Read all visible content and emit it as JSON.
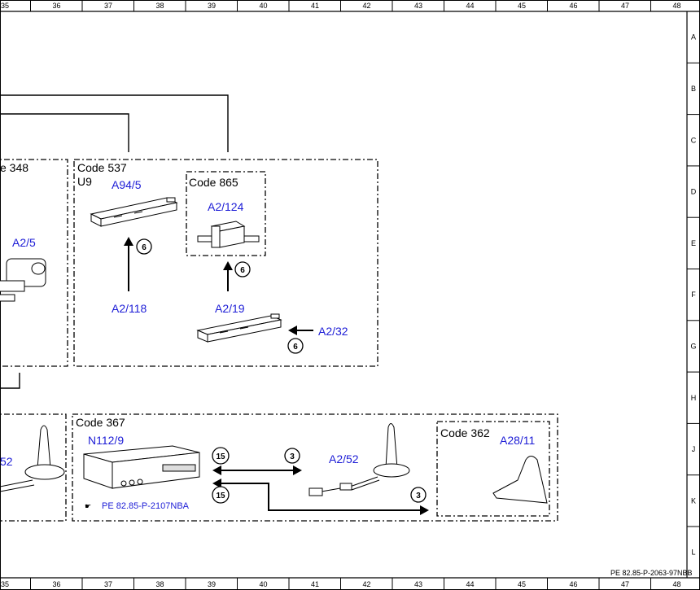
{
  "grid": {
    "columns": [
      "35",
      "36",
      "37",
      "38",
      "39",
      "40",
      "41",
      "42",
      "43",
      "44",
      "45",
      "46",
      "47",
      "48"
    ],
    "rows": [
      "A",
      "B",
      "C",
      "D",
      "E",
      "F",
      "G",
      "H",
      "J",
      "K",
      "L"
    ]
  },
  "groups": {
    "left_partial": "e 348",
    "code537": "Code 537",
    "code537_sub": "U9",
    "code865": "Code 865",
    "code367": "Code 367",
    "code362": "Code 362"
  },
  "components": {
    "a2_5": "A2/5",
    "a94_5": "A94/5",
    "a2_124": "A2/124",
    "a2_118": "A2/118",
    "a2_19": "A2/19",
    "a2_32": "A2/32",
    "left_52": "52",
    "n112_9": "N112/9",
    "a2_52": "A2/52",
    "a28_11": "A28/11"
  },
  "circles": {
    "c1": "6",
    "c2": "6",
    "c3": "6",
    "c4": "15",
    "c5": "3",
    "c6": "15",
    "c7": "3"
  },
  "references": {
    "pe_link": "PE 82.85-P-2107NBA",
    "doc_id": "PE 82.85-P-2063-97NBB"
  }
}
